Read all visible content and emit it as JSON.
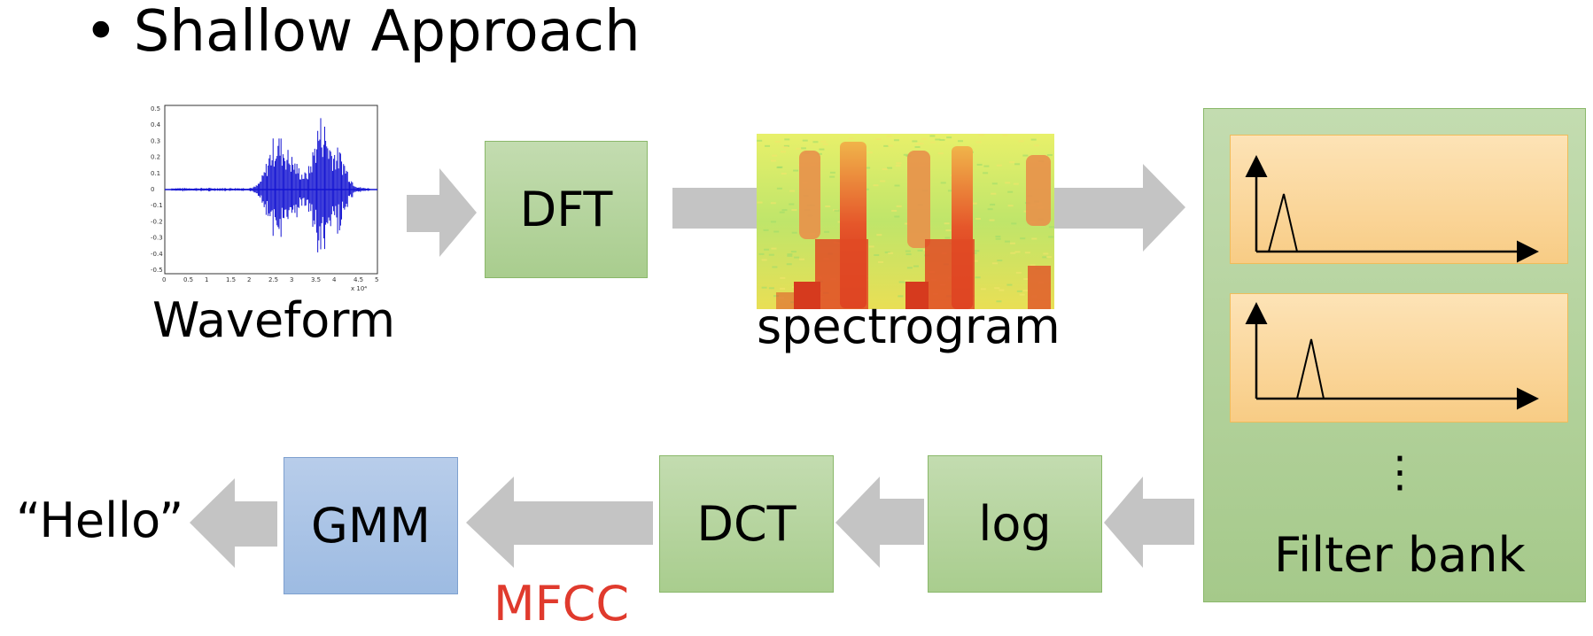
{
  "title": "Shallow Approach",
  "bullet": "•",
  "labels": {
    "waveform": "Waveform",
    "spectrogram": "spectrogram",
    "filter_bank": "Filter bank",
    "mfcc": "MFCC",
    "hello": "“Hello”",
    "ellipsis": "⋮"
  },
  "boxes": {
    "dft": "DFT",
    "log": "log",
    "dct": "DCT",
    "gmm": "GMM"
  },
  "waveform_ticks": {
    "y": [
      "0.5",
      "0.4",
      "0.3",
      "0.2",
      "0.1",
      "0",
      "-0.1",
      "-0.2",
      "-0.3",
      "-0.4",
      "-0.5"
    ],
    "x": [
      "0",
      "0.5",
      "1",
      "1.5",
      "2",
      "2.5",
      "3",
      "3.5",
      "4",
      "4.5",
      "5"
    ],
    "x_exponent": "x 10⁴"
  },
  "colors": {
    "arrow": "#c4c4c4",
    "box_green": "#b2d39a",
    "box_blue": "#a7c2e6",
    "filter_card": "#fad59a",
    "mfcc": "#e03a2d",
    "waveform": "#1414d2"
  }
}
